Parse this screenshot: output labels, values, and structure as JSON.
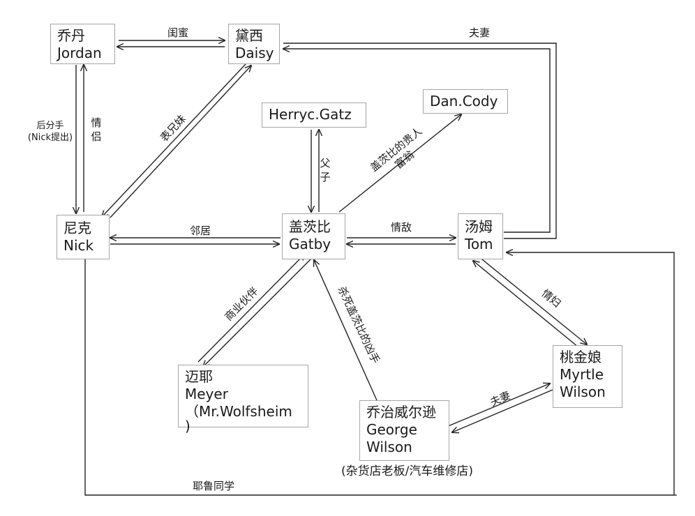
{
  "nodes": {
    "jordan": {
      "zh": "乔丹",
      "en": "Jordan"
    },
    "daisy": {
      "zh": "黛西",
      "en": "Daisy"
    },
    "dancody": {
      "en": "Dan.Cody"
    },
    "herry": {
      "en": "Herryc.Gatz"
    },
    "nick": {
      "zh": "尼克",
      "en": "Nick"
    },
    "gatby": {
      "zh": "盖茨比",
      "en": "Gatby"
    },
    "tom": {
      "zh": "汤姆",
      "en": "Tom"
    },
    "meyer": {
      "zh": "迈耶",
      "en": "Meyer",
      "extra": "（Mr.Wolfsheim",
      "extra2": ")"
    },
    "myrtle": {
      "zh": "桃金娘",
      "en": "Myrtle",
      "en2": "Wilson"
    },
    "george": {
      "zh": "乔治威尔逊",
      "en": "George",
      "en2": "Wilson",
      "note": "(杂货店老板/汽车维修店)"
    }
  },
  "edges": {
    "jordan_daisy": "闺蜜",
    "daisy_tom": "夫妻",
    "breakup": "后分手",
    "breakup_note": "(Nick提出)",
    "lovers": "情侣",
    "cousins": "表兄妹",
    "father_son": "父子",
    "patron_1": "盖茨比的贵人",
    "patron_2": "富翁",
    "neighbors": "邻居",
    "rivals": "情敌",
    "mistress": "情妇",
    "partners": "商业伙伴",
    "killer": "杀死盖茨比的凶手",
    "spouses2": "夫妻",
    "yale": "耶鲁同学"
  }
}
